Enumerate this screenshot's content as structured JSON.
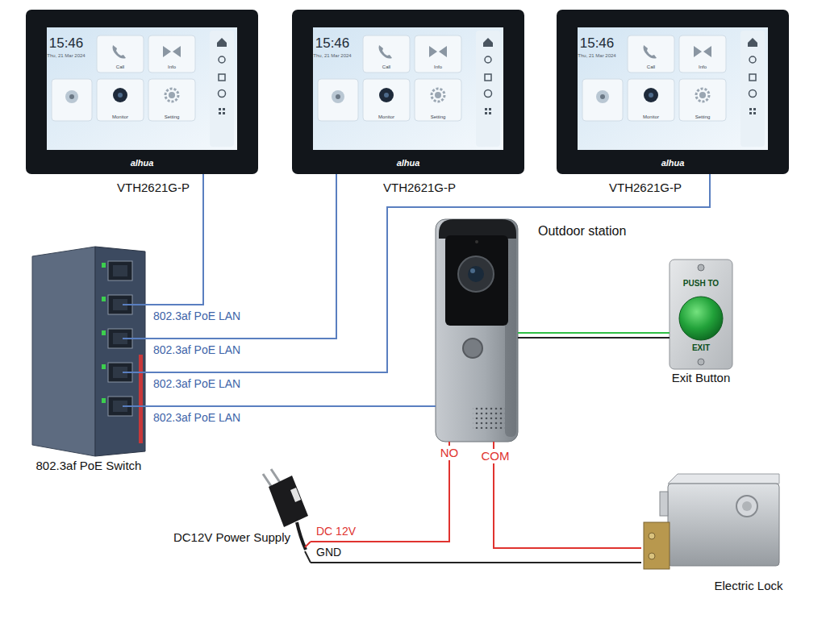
{
  "diagram": {
    "nodes": [
      {
        "text": [
          "15:46",
          "Thu, 21 Mar 2024",
          "Call",
          "Info",
          "Monitor",
          "Setting",
          "alhua",
          "VTH2621G-P"
        ]
      },
      {
        "text": [
          "15:46",
          "Thu, 21 Mar 2024",
          "Call",
          "Info",
          "Monitor",
          "Setting",
          "alhua",
          "VTH2621G-P"
        ]
      },
      {
        "text": [
          "15:46",
          "Thu, 21 Mar 2024",
          "Call",
          "Info",
          "Monitor",
          "Setting",
          "alhua",
          "VTH2621G-P"
        ]
      },
      {
        "text": [
          "802.3af PoE Switch"
        ]
      },
      {
        "text": [
          "Outdoor station"
        ]
      },
      {
        "text": [
          "PUSH TO",
          "EXIT",
          "Exit Button"
        ]
      },
      {
        "text": [
          "DC12V Power Supply"
        ]
      },
      {
        "text": [
          "Electric Lock"
        ]
      }
    ],
    "edges": [
      {
        "from": 3,
        "to": 0,
        "label": "802.3af PoE LAN",
        "arrow": "none"
      },
      {
        "from": 3,
        "to": 1,
        "label": "802.3af PoE LAN",
        "arrow": "none"
      },
      {
        "from": 3,
        "to": 2,
        "label": "802.3af PoE LAN",
        "arrow": "none"
      },
      {
        "from": 3,
        "to": 4,
        "label": "802.3af PoE LAN",
        "arrow": "none"
      },
      {
        "from": 4,
        "to": 5,
        "arrow": "none"
      },
      {
        "from": 4,
        "to": 6,
        "label": "NO",
        "arrow": "none"
      },
      {
        "from": 4,
        "to": 7,
        "label": "COM",
        "arrow": "none"
      },
      {
        "from": 6,
        "to": 7,
        "label": "GND",
        "arrow": "none"
      }
    ],
    "labels": [
      "DC 12V"
    ]
  }
}
